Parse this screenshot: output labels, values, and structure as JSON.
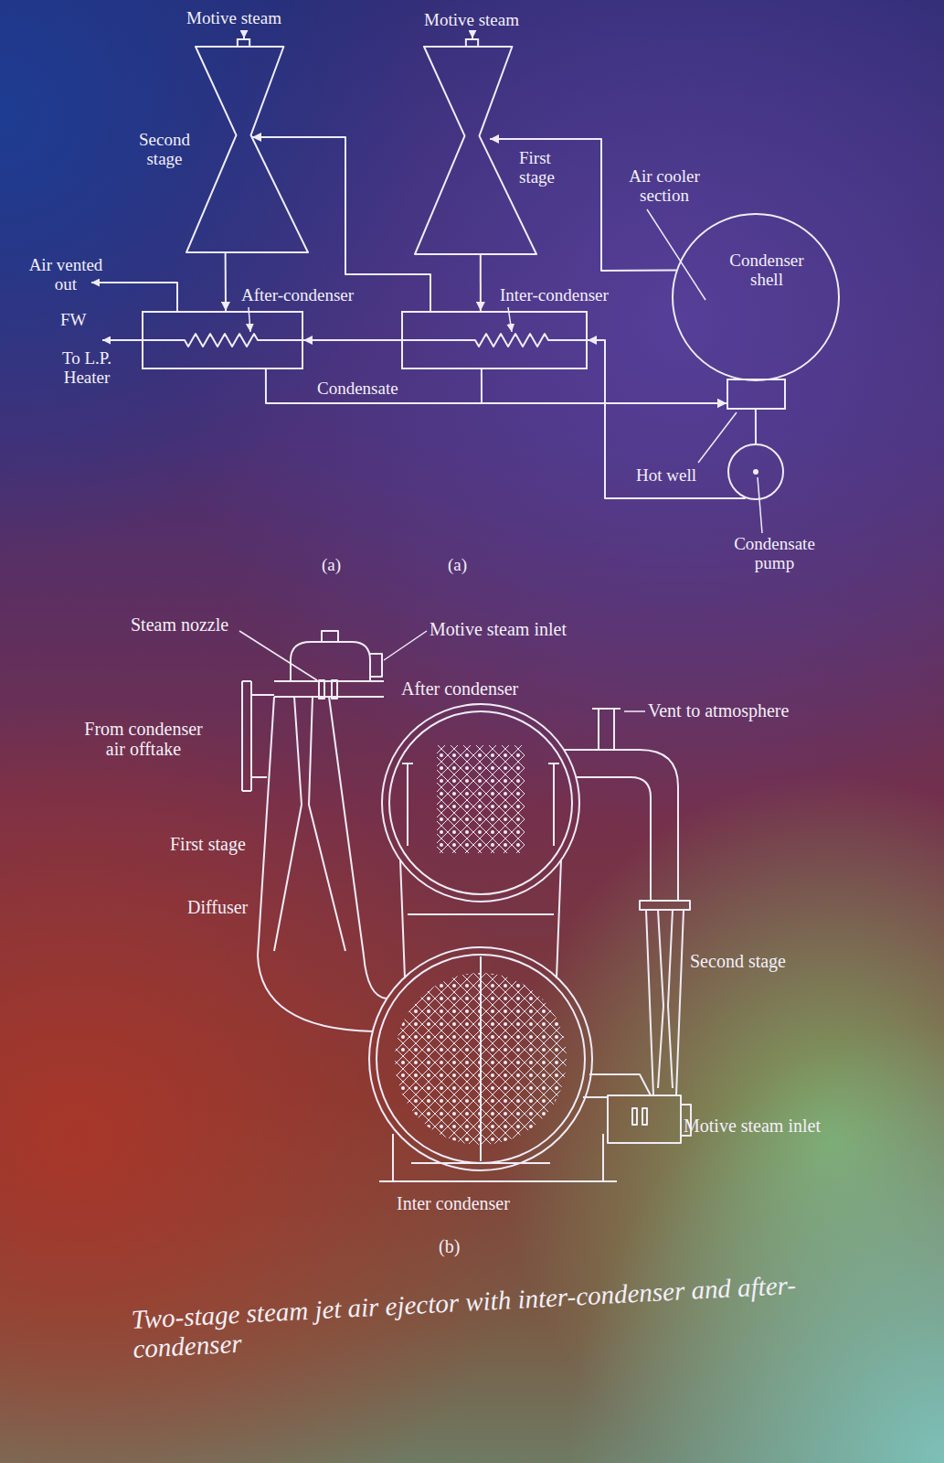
{
  "diagram": {
    "caption": "Two-stage steam jet air ejector with inter-condenser and after-condenser",
    "nodes": [
      {
        "text": [
          "Second stage"
        ]
      },
      {
        "text": [
          "First stage"
        ]
      },
      {
        "text": [
          "After-condenser"
        ]
      },
      {
        "text": [
          "Inter-condenser"
        ]
      },
      {
        "text": [
          "Condenser shell"
        ]
      },
      {
        "text": [
          "Hot well"
        ]
      },
      {
        "text": [
          "Condensate pump"
        ]
      }
    ],
    "edges": [
      {
        "from": 4,
        "to": 1,
        "arrow": "to"
      },
      {
        "from": 1,
        "to": 3,
        "arrow": "to"
      },
      {
        "from": 3,
        "to": 0,
        "arrow": "to"
      },
      {
        "from": 0,
        "to": 2,
        "arrow": "to"
      },
      {
        "from": 3,
        "to": 5,
        "arrow": "to"
      },
      {
        "from": 2,
        "to": 5,
        "label": "Condensate",
        "arrow": "to"
      },
      {
        "from": 5,
        "to": 6,
        "arrow": "none"
      },
      {
        "from": 6,
        "to": 3,
        "arrow": "to"
      },
      {
        "from": 3,
        "to": 2,
        "arrow": "to"
      }
    ],
    "labels": [
      "Motive steam",
      "Motive steam",
      "Air cooler section",
      "Air vented out",
      "FW",
      "To L.P. Heater",
      "(a)",
      "(a)",
      "Steam nozzle",
      "Motive steam inlet",
      "After condenser",
      "Vent to atmosphere",
      "From condenser air offtake",
      "First stage",
      "Diffuser",
      "Second stage",
      "Motive steam inlet",
      "Inter condenser",
      "(b)"
    ]
  }
}
